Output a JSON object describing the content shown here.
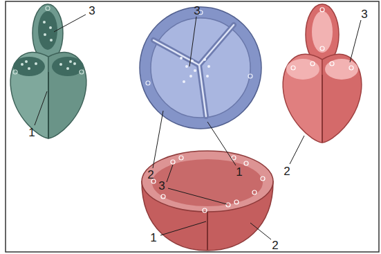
{
  "diagram": {
    "labels": [
      "3",
      "1",
      "3",
      "2",
      "1",
      "3",
      "2",
      "3",
      "1",
      "2"
    ]
  }
}
